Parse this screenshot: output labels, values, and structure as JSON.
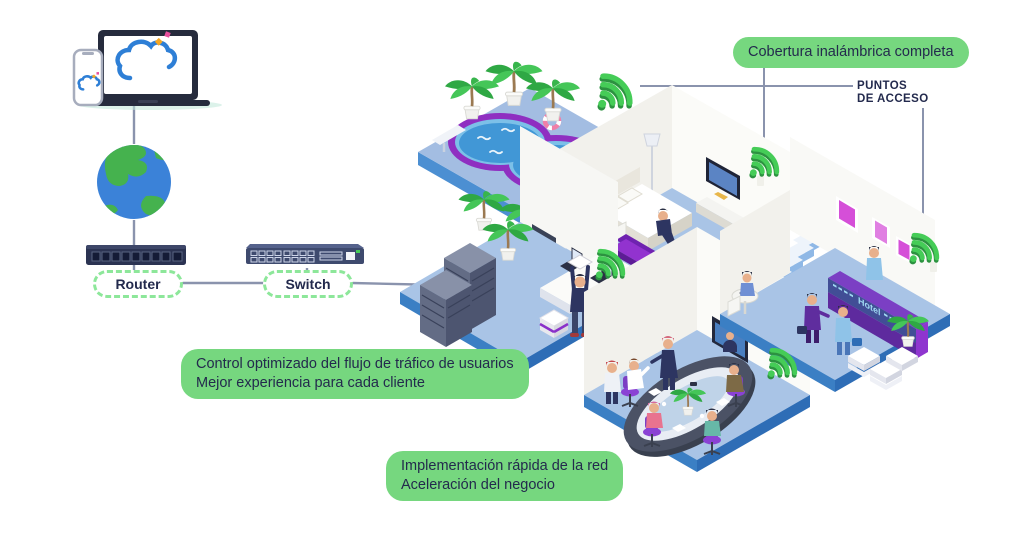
{
  "callouts": {
    "coverage": "Cobertura inalámbrica completa",
    "access_points": {
      "line1": "PUNTOS",
      "line2": "DE ACCESO"
    },
    "control": {
      "line1": "Control optimizado del flujo de tráfico de usuarios",
      "line2": "Mejor experiencia para cada cliente"
    },
    "implementation": {
      "line1": "Implementación rápida de la red",
      "line2": "Aceleración del negocio"
    }
  },
  "network": {
    "router_label": "Router",
    "switch_label": "Switch"
  },
  "building": {
    "hotel_sign": "Hotel"
  },
  "icons": {
    "cloud": "cloud-icon",
    "globe": "globe-icon",
    "wifi": "wifi-icon",
    "router": "router-device-icon",
    "switch": "switch-device-icon"
  },
  "colors": {
    "accent_green": "#76d77f",
    "navy_text": "#232a4d",
    "line_slate": "#8a93ad",
    "wifi_green": "#45cc57",
    "floor_blue": "#a9c4e6",
    "edge_blue": "#3b7fc4",
    "brand_purple": "#7b3fc4",
    "cloud_blue": "#2e7fd6"
  }
}
